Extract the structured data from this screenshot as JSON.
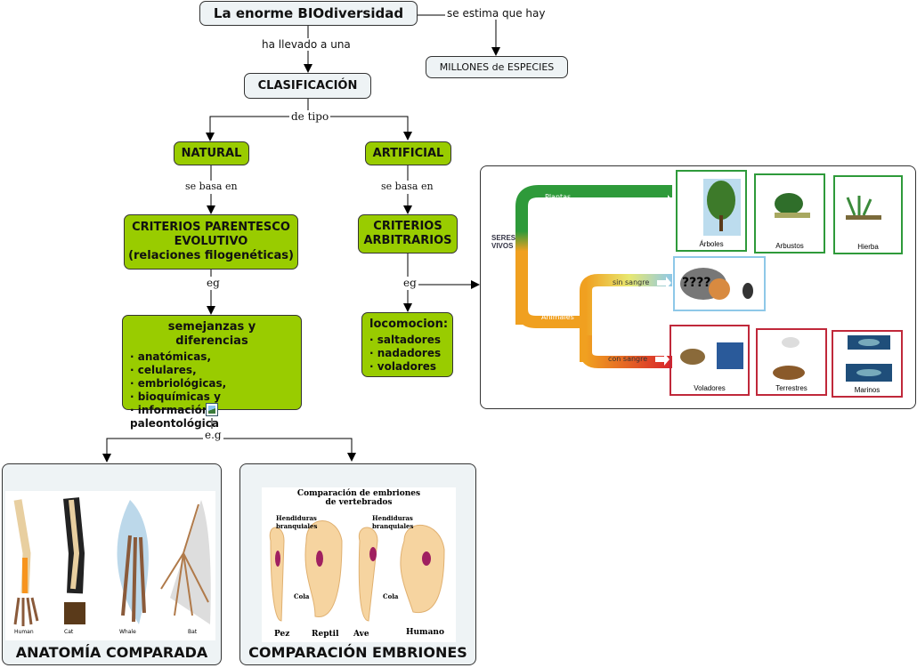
{
  "title": "La enorme BIOdiversidad",
  "links": {
    "estima": "se estima que hay",
    "llevado": "ha llevado a una",
    "tipo": "de tipo",
    "basa1": "se basa en",
    "basa2": "se basa en",
    "eg1": "eg",
    "eg2": "eg",
    "eg3": "e.g"
  },
  "nodes": {
    "millones": "MILLONES de ESPECIES",
    "clasificacion": "CLASIFICACIÓN",
    "natural": "NATURAL",
    "artificial": "ARTIFICIAL",
    "parentesco": [
      "CRITERIOS PARENTESCO",
      "EVOLUTIVO",
      "(relaciones filogenéticas)"
    ],
    "arbitrarios": [
      "CRITERIOS",
      "ARBITRARIOS"
    ],
    "semejanzas": {
      "heading": "semejanzas y diferencias",
      "items": [
        "anatómicas,",
        "celulares,",
        "embriológicas,",
        "bioquímicas y",
        "información paleontológica"
      ]
    },
    "locomocion": {
      "heading": "locomocion:",
      "items": [
        "saltadores",
        "nadadores",
        "voladores"
      ]
    }
  },
  "seres_vivos_image": {
    "root": "SERES VIVOS",
    "plantas": "Plantas",
    "animales": "Animales",
    "sin_sangre": "sin sangre",
    "con_sangre": "con sangre",
    "unknown": "????",
    "cards": [
      "Árboles",
      "Arbustos",
      "Hierba",
      "Voladores",
      "Terrestres",
      "Marinos"
    ],
    "colors": {
      "plantas": "#2e9a3a",
      "sin_sangre": "#8ec8e8",
      "con_sangre": "#d8232a",
      "trunk": "#f0a020"
    }
  },
  "anatomia": {
    "caption": "ANATOMÍA COMPARADA",
    "labels": [
      "Human",
      "Cat",
      "Whale",
      "Bat"
    ]
  },
  "embriones": {
    "caption": "COMPARACIÓN EMBRIONES",
    "title": [
      "Comparación de embriones",
      "de vertebrados"
    ],
    "hendiduras": "Hendiduras branquiales",
    "cola": "Cola",
    "labels": [
      "Pez",
      "Reptil",
      "Ave",
      "Humano"
    ]
  },
  "colors": {
    "concept_green": "#99cc00",
    "concept_light": "#eef3f5"
  }
}
